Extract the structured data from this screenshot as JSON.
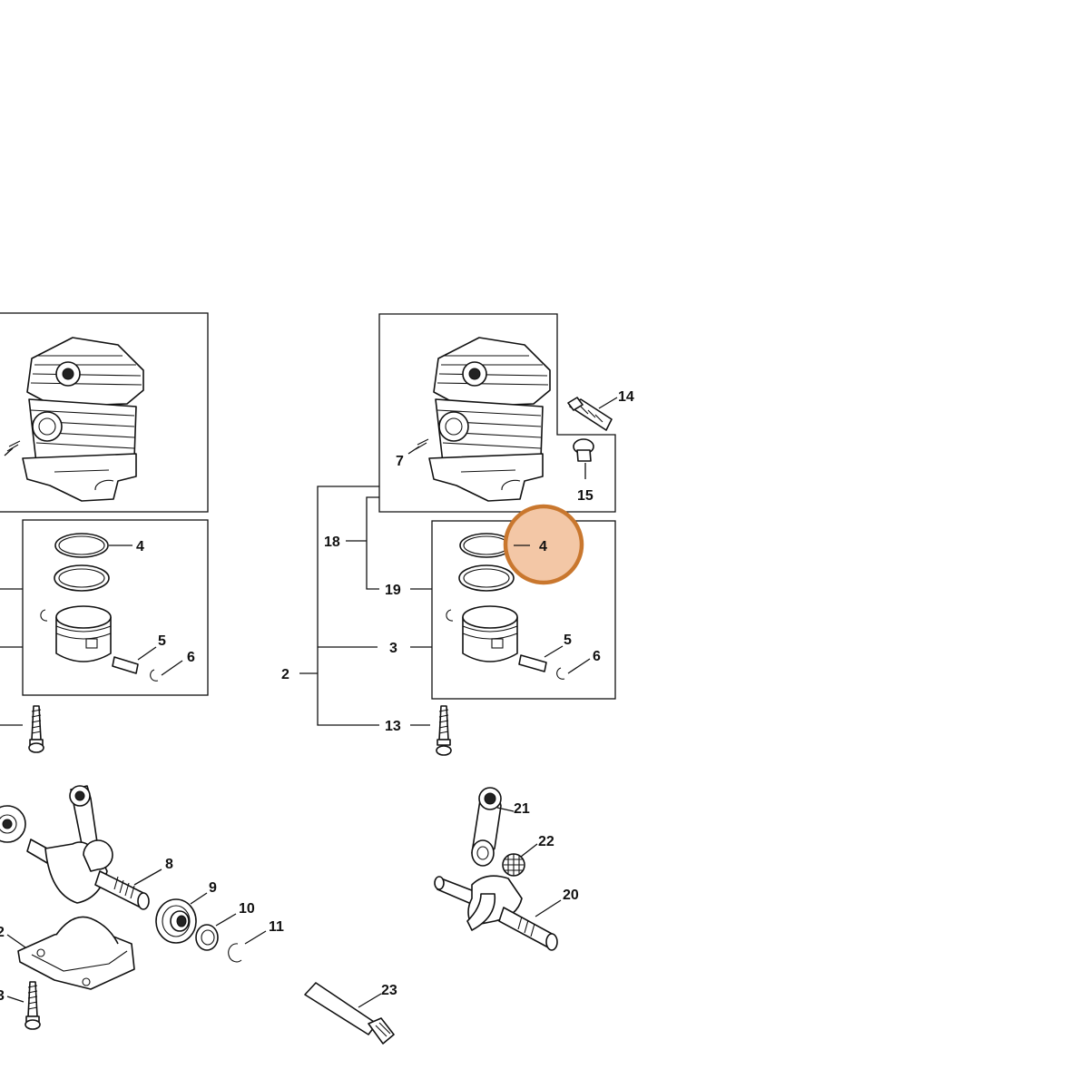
{
  "diagram": {
    "highlight_color": "#C9772E",
    "highlight_fill": "#F3C7A6",
    "left_group": {
      "callouts": {
        "c4": "4",
        "c5": "5",
        "c6": "6",
        "c8": "8",
        "c9": "9",
        "c10": "10",
        "c11": "11",
        "c12": "2",
        "c13": "3"
      }
    },
    "right_group": {
      "callouts": {
        "c2": "2",
        "c3": "3",
        "c4": "4",
        "c5": "5",
        "c6": "6",
        "c7": "7",
        "c13": "13",
        "c14": "14",
        "c15": "15",
        "c18": "18",
        "c19": "19",
        "c20": "20",
        "c21": "21",
        "c22": "22",
        "c23": "23"
      }
    }
  }
}
